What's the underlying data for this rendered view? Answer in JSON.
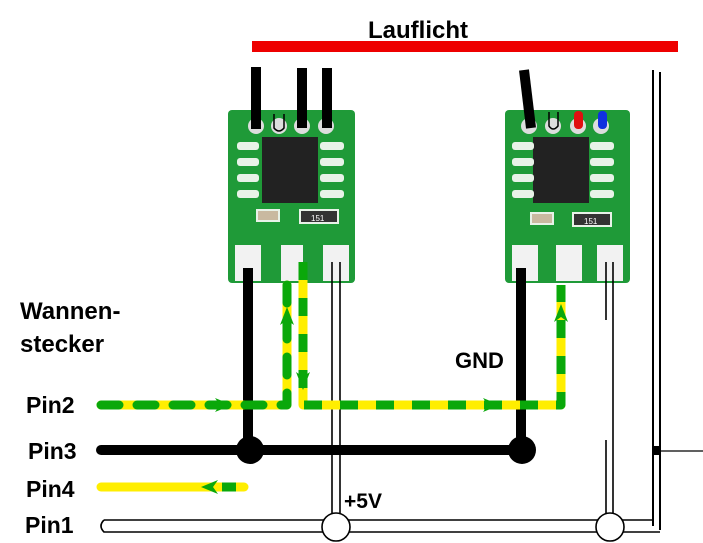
{
  "title": "Lauflicht",
  "connector": {
    "label_line1": "Wannen-",
    "label_line2": "stecker"
  },
  "pins": [
    {
      "id": "pin2",
      "label": "Pin2"
    },
    {
      "id": "pin3",
      "label": "Pin3"
    },
    {
      "id": "pin4",
      "label": "Pin4"
    },
    {
      "id": "pin1",
      "label": "Pin1"
    }
  ],
  "net_labels": {
    "gnd": "GND",
    "vcc": "+5V"
  },
  "modules": [
    {
      "name": "led-module-1",
      "chip_marking": "151"
    },
    {
      "name": "led-module-2",
      "chip_marking": "151"
    }
  ],
  "colors": {
    "lauflicht_bar": "#ee0000",
    "data_green": "#0aa80a",
    "data_yellow": "#ffee00",
    "gnd_wire": "#000000",
    "pcb_green": "#1f9a38",
    "led_red": "#e01010",
    "led_blue": "#1030e0"
  }
}
